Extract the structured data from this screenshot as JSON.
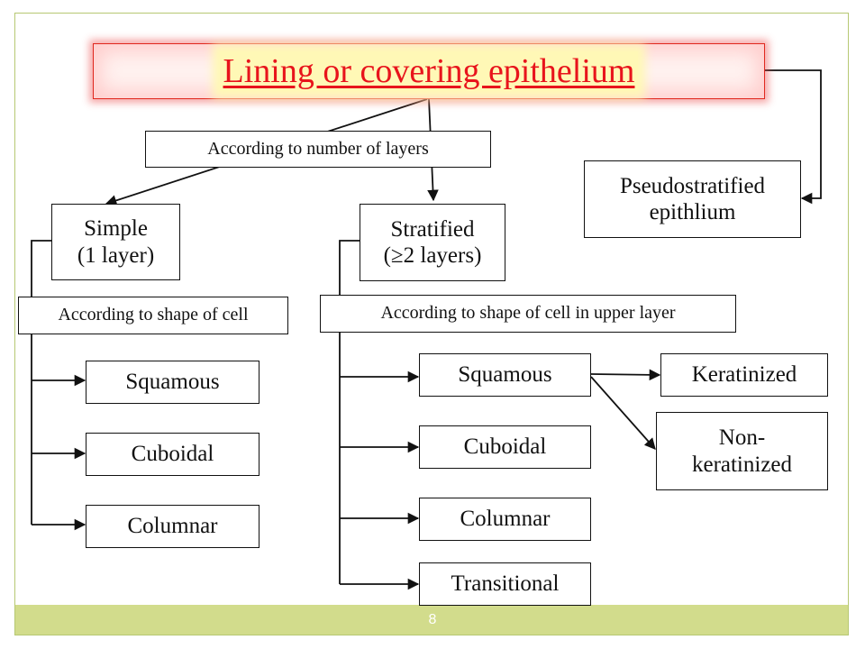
{
  "title": "Lining or covering epithelium",
  "criteria": {
    "layers": "According to number of layers",
    "simple_shape": "According to shape of cell",
    "stratified_shape": "According to shape of cell in upper layer"
  },
  "nodes": {
    "simple": "Simple\n(1 layer)",
    "stratified": "Stratified\n(≥2 layers)",
    "pseudostratified": "Pseudostratified\nepithlium"
  },
  "simple_types": [
    "Squamous",
    "Cuboidal",
    "Columnar"
  ],
  "stratified_types": [
    "Squamous",
    "Cuboidal",
    "Columnar",
    "Transitional"
  ],
  "squamous_subtypes": [
    "Keratinized",
    "Non-\nkeratinized"
  ],
  "footer": {
    "page_number": "8"
  }
}
